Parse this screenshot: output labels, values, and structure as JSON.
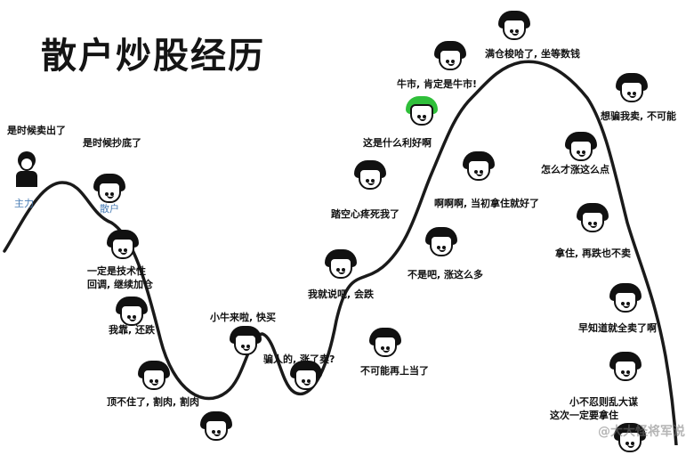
{
  "title": "散户炒股经历",
  "labels": {
    "sell": "是时候卖出了",
    "buy_bottom": "是时候抄底了",
    "main_force": "主力",
    "retail": "散户",
    "tech": "一定是技术性",
    "tech2": "回调, 继续加仓",
    "nervous": "我靠, 还跌",
    "cut_loss": "顶不住了, 割肉, 割肉",
    "small_bull": "小牛来啦, 快买",
    "liar": "骗人的, 涨了卖?",
    "no_fool": "不可能再上当了",
    "told_you": "我就说吧, 会跌",
    "short_regret": "踏空心疼死我了",
    "rise": "不是吧, 涨这么多",
    "what_good": "这是什么利好啊",
    "bull_market": "牛市, 肯定是牛市!",
    "hold_regret": "啊啊啊, 当初拿住就好了",
    "full_pos": "满仓梭哈了, 坐等数钱",
    "how_rise": "怎么才涨这么点",
    "no_sell": "想骗我卖, 不可能",
    "hold_on": "拿住, 再跌也不卖",
    "should_sell": "早知道就全卖了啊",
    "small_loss": "小不忍则乱大谋",
    "small_loss2": "这次一定要拿住"
  },
  "watermark": "@大大怪将军说",
  "colors": {
    "curve": "#1a1a1a",
    "green_hat": "#2fbf3a"
  }
}
